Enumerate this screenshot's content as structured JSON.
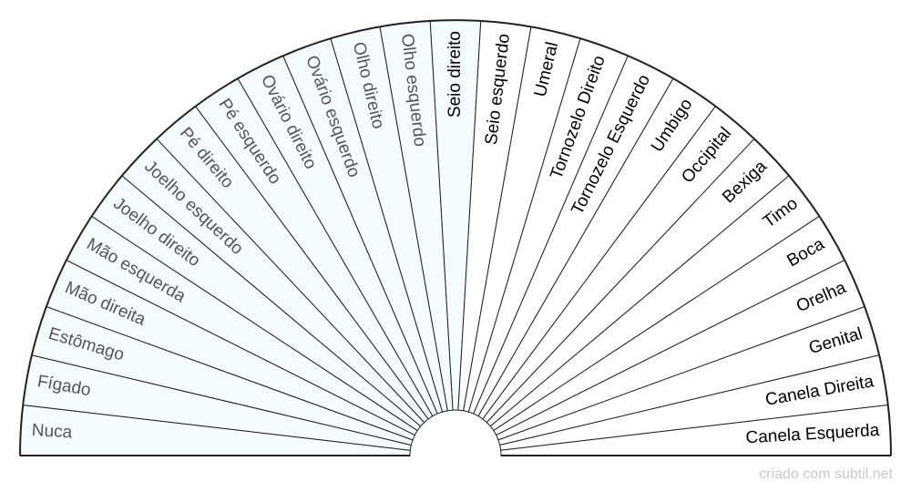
{
  "chart_data": {
    "type": "pendulum-fan",
    "segments": [
      "Nuca",
      "Fígado",
      "Estômago",
      "Mão direita",
      "Mão esquerda",
      "Joelho direito",
      "Joelho esquerdo",
      "Pé direito",
      "Pé esquerdo",
      "Ovário direito",
      "Ovário esquerdo",
      "Olho direito",
      "Olho esquerdo",
      "Seio direito",
      "Seio esquerdo",
      "Umeral",
      "Tornozelo Direito",
      "Tornozelo Esquerdo",
      "Umbigo",
      "Occipital",
      "Bexiga",
      "Timo",
      "Boca",
      "Orelha",
      "Genital",
      "Canela Direita",
      "Canela Esquerda"
    ],
    "colors": {
      "fill_left": "#f4fbfd",
      "fill_right": "#ffffff",
      "stroke": "#222222",
      "text_left": "#555555",
      "text_right": "#000000"
    }
  },
  "footer": {
    "credit": "criado com subtil.net"
  }
}
